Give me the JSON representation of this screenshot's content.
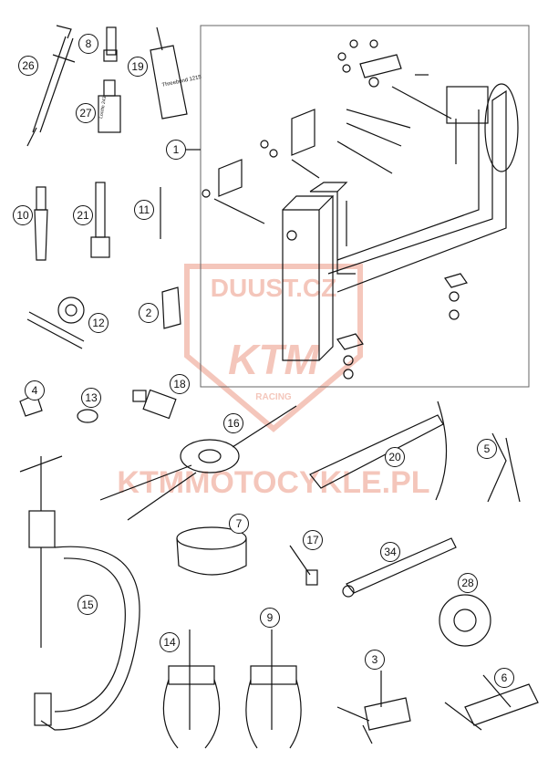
{
  "watermark": {
    "brand": "DUUST.CZ",
    "logo": "KTM",
    "racing": "RACING",
    "url": "KTMMOTOCYKLE.PL",
    "color": "#e8836a"
  },
  "callouts": [
    "1",
    "2",
    "3",
    "4",
    "5",
    "6",
    "7",
    "8",
    "9",
    "10",
    "11",
    "12",
    "13",
    "14",
    "15",
    "16",
    "17",
    "18",
    "19",
    "20",
    "21",
    "26",
    "27",
    "28",
    "34"
  ],
  "labels": {
    "tube19_text": "Threebond 1215",
    "bottle27_text": "Loctite 243"
  },
  "colors": {
    "line": "#111111",
    "frame": "#666666"
  }
}
